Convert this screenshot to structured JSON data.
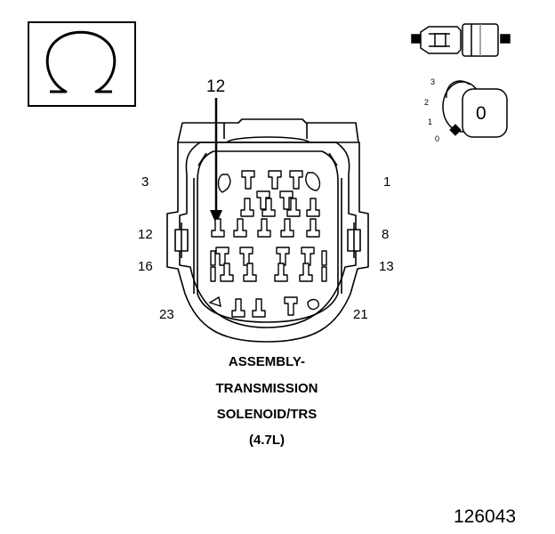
{
  "callout": "12",
  "pin_labels": {
    "p3": "3",
    "p1": "1",
    "p12": "12",
    "p8": "8",
    "p16": "16",
    "p13": "13",
    "p23": "23",
    "p21": "21"
  },
  "title_lines": [
    "ASSEMBLY-",
    "TRANSMISSION",
    "SOLENOID/TRS",
    "(4.7L)"
  ],
  "knob": {
    "positions": [
      "3",
      "2",
      "1",
      "0"
    ],
    "value": "0"
  },
  "figure_number": "126043",
  "icons": [
    "ohm-symbol-icon",
    "connector-plug-icon",
    "ignition-key-icon"
  ]
}
